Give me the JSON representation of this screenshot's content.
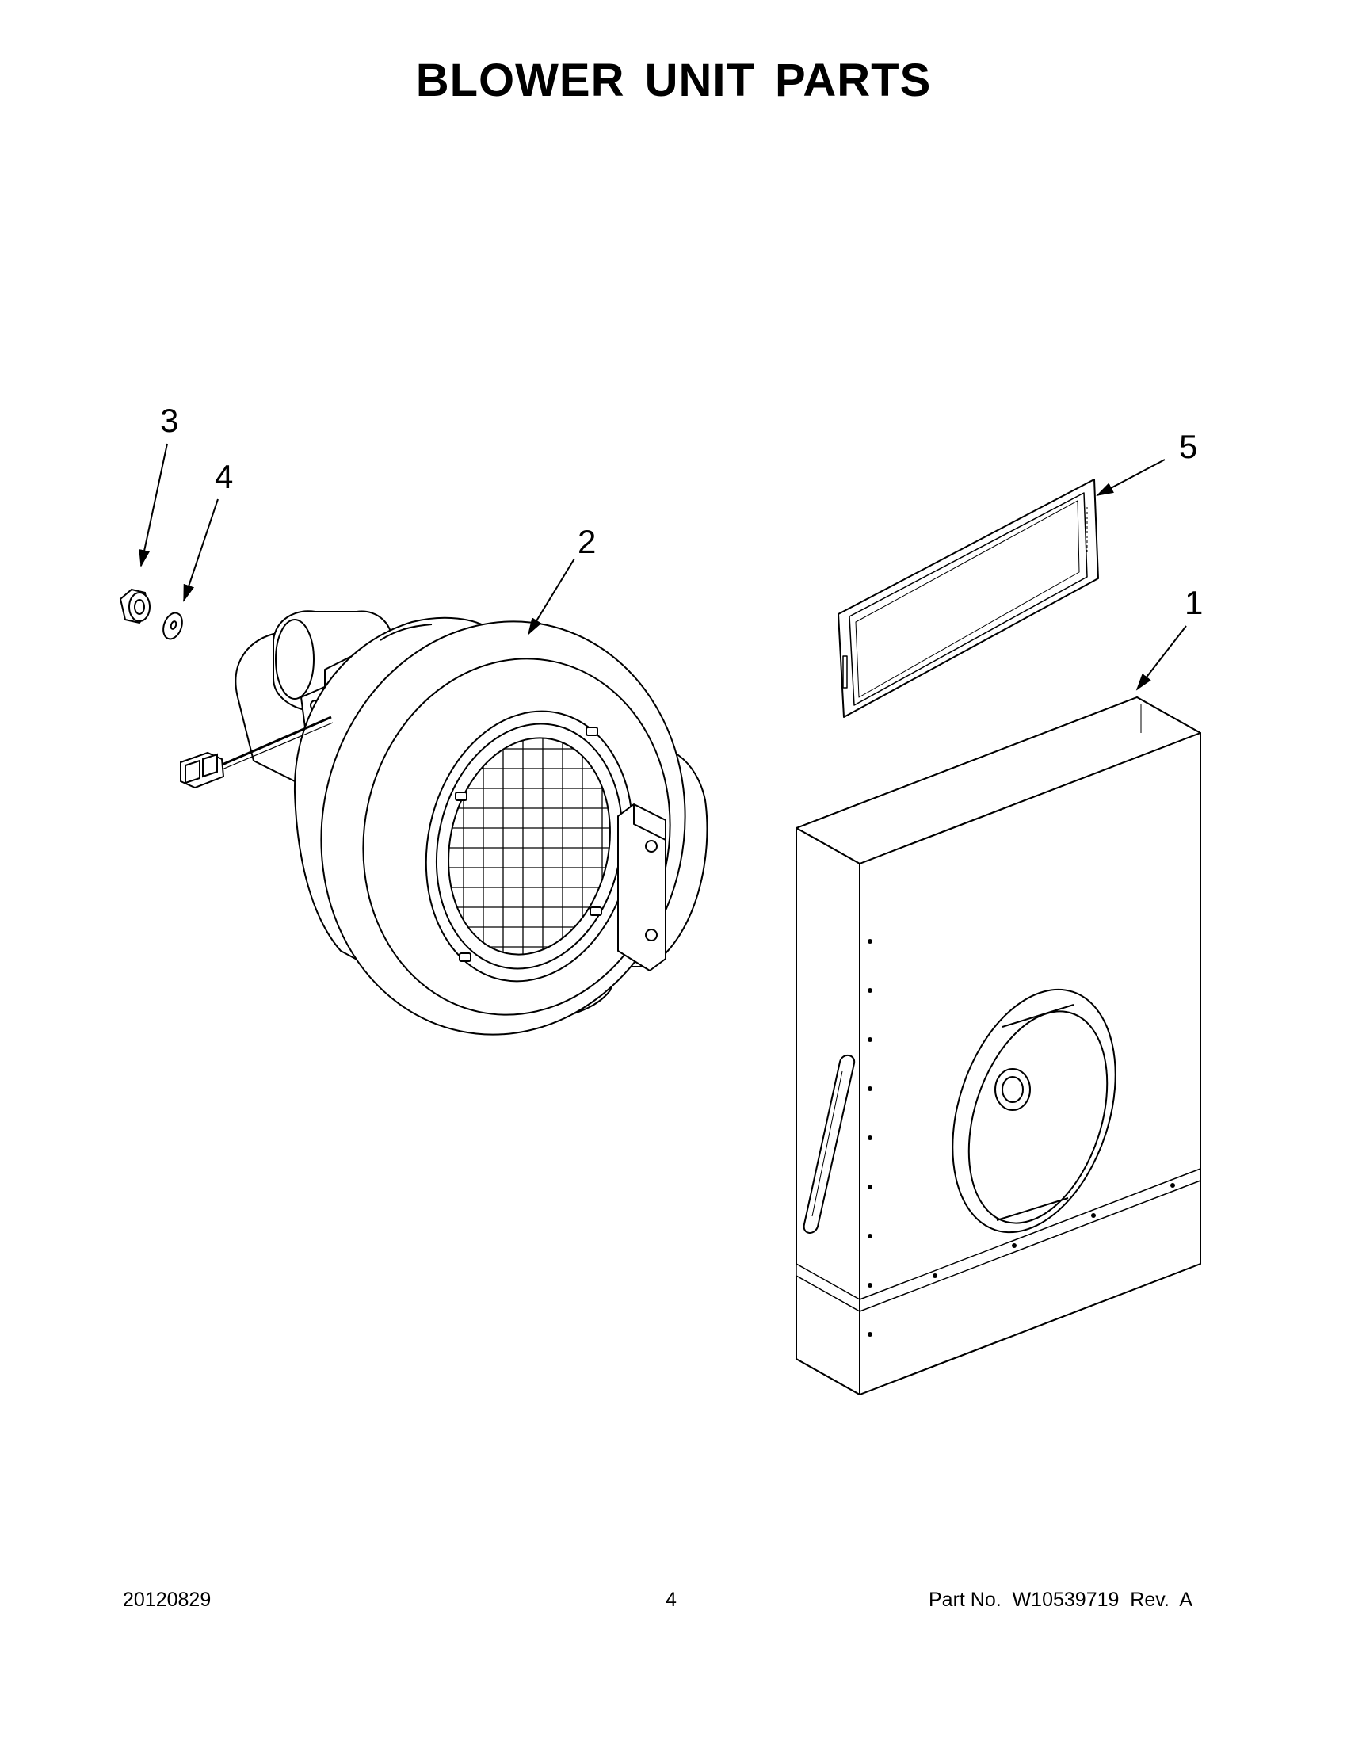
{
  "page": {
    "title": "BLOWER UNIT PARTS"
  },
  "callouts": [
    {
      "id": "1",
      "label": "1"
    },
    {
      "id": "2",
      "label": "2"
    },
    {
      "id": "3",
      "label": "3"
    },
    {
      "id": "4",
      "label": "4"
    },
    {
      "id": "5",
      "label": "5"
    }
  ],
  "footer": {
    "date": "20120829",
    "page_number": "4",
    "part_number": "Part No.  W10539719  Rev.  A"
  },
  "colors": {
    "line": "#000000",
    "background": "#ffffff"
  }
}
